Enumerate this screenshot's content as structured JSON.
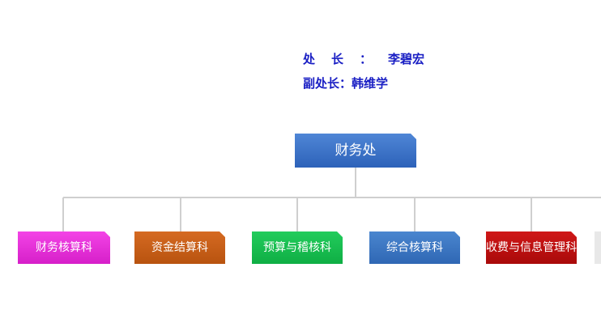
{
  "leaders": {
    "director_label": "处长：",
    "director_name": "李碧宏",
    "deputy_label": "副处长：",
    "deputy_name": "韩维学"
  },
  "org": {
    "root": "财务处",
    "departments": [
      "财务核算科",
      "资金结算科",
      "预算与稽核科",
      "综合核算科",
      "收费与信息管理科"
    ]
  },
  "colors": {
    "leader_text": "#1a1fc4",
    "root": "#3a6fc6",
    "dept_1": "#e62fd8",
    "dept_2": "#c55f18",
    "dept_3": "#18bd50",
    "dept_4": "#3a76c2",
    "dept_5": "#bc1010",
    "connector": "#cfcfcf"
  }
}
